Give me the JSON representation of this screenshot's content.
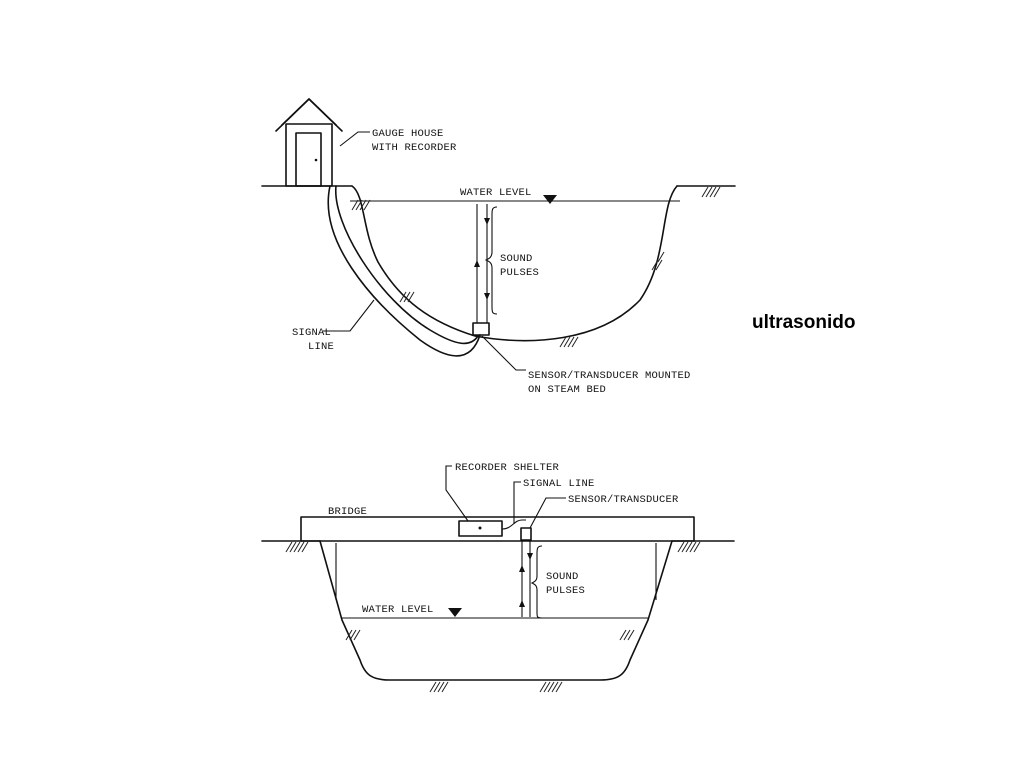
{
  "caption": "ultrasonido",
  "top_diagram": {
    "gauge_house_line1": "GAUGE HOUSE",
    "gauge_house_line2": "WITH RECORDER",
    "water_level": "WATER LEVEL",
    "sound_pulses_line1": "SOUND",
    "sound_pulses_line2": "PULSES",
    "signal_line_line1": "SIGNAL",
    "signal_line_line2": "LINE",
    "sensor_line1": "SENSOR/TRANSDUCER MOUNTED",
    "sensor_line2": "ON STEAM BED"
  },
  "bottom_diagram": {
    "recorder_shelter": "RECORDER SHELTER",
    "signal_line": "SIGNAL LINE",
    "sensor_transducer": "SENSOR/TRANSDUCER",
    "bridge": "BRIDGE",
    "sound_pulses_line1": "SOUND",
    "sound_pulses_line2": "PULSES",
    "water_level": "WATER LEVEL"
  }
}
